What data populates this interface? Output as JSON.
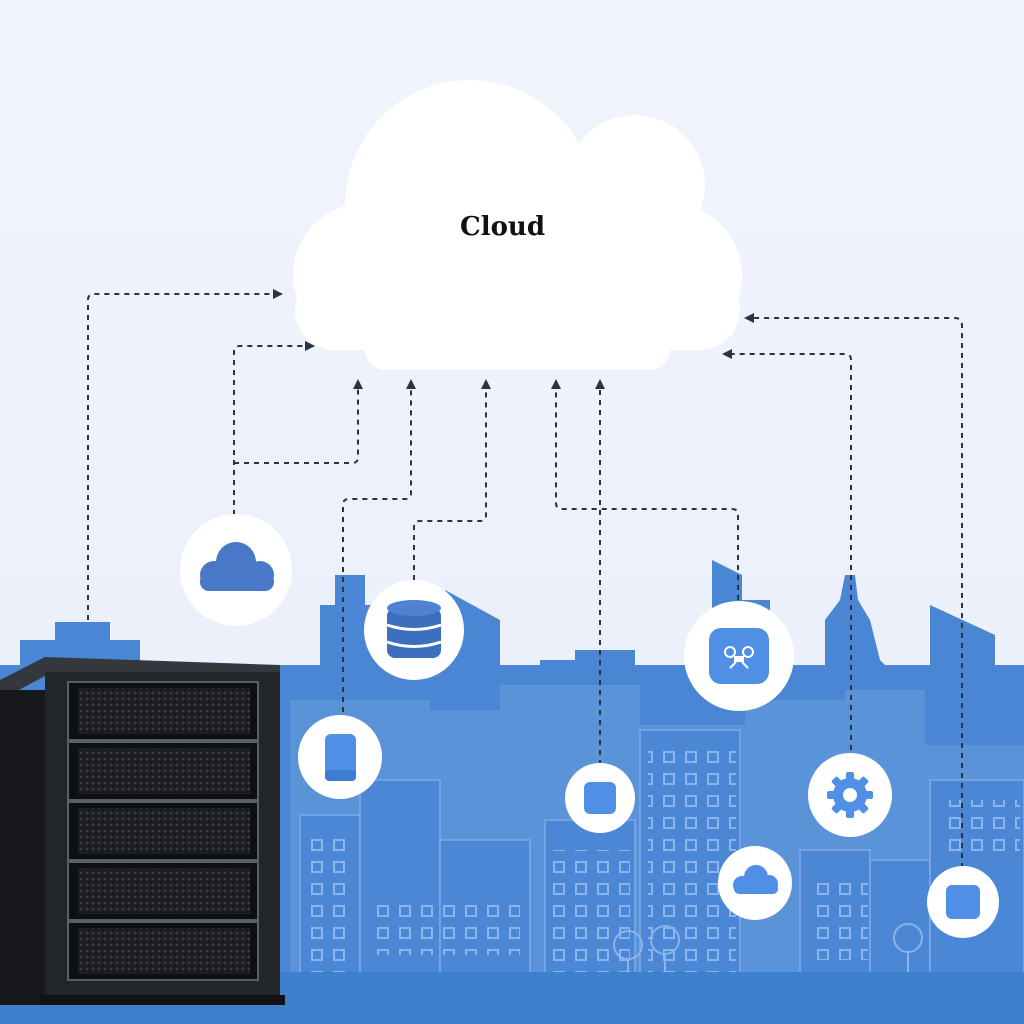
{
  "diagram": {
    "cloud": {
      "label": "Cloud"
    },
    "colors": {
      "background": "#eef2fb",
      "city_primary": "#4a86d4",
      "city_light": "#6da1e0",
      "node_icon": "#4f8fe6",
      "cloud_fill": "#ffffff",
      "connector": "#2a3340",
      "server_body": "#222529"
    },
    "nodes": [
      {
        "id": "server",
        "icon": "server-rack-icon"
      },
      {
        "id": "cloud-storage",
        "icon": "cloud-icon"
      },
      {
        "id": "database",
        "icon": "database-icon"
      },
      {
        "id": "mobile",
        "icon": "mobile-device-icon"
      },
      {
        "id": "drone",
        "icon": "drone-icon"
      },
      {
        "id": "device-center",
        "icon": "square-device-icon"
      },
      {
        "id": "settings",
        "icon": "gear-icon"
      },
      {
        "id": "small-cloud",
        "icon": "cloud-icon"
      },
      {
        "id": "device-right",
        "icon": "square-device-icon"
      }
    ]
  }
}
